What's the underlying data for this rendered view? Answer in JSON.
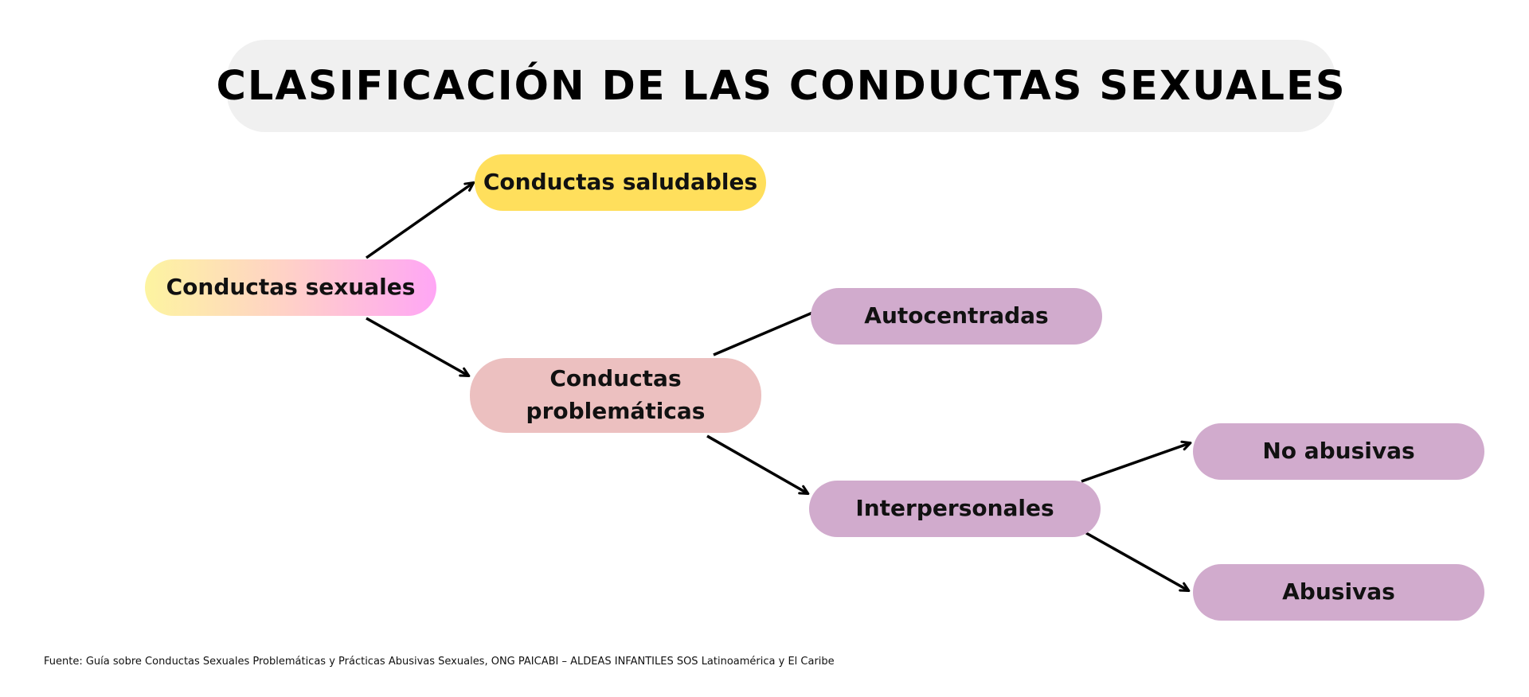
{
  "title": "CLASIFICACIÓN DE LAS CONDUCTAS SEXUALES",
  "nodes": {
    "root": "Conductas sexuales",
    "healthy": "Conductas saludables",
    "problem_line1": "Conductas",
    "problem_line2": "problemáticas",
    "auto": "Autocentradas",
    "inter": "Interpersonales",
    "no_abusive": "No abusivas",
    "abusive": "Abusivas"
  },
  "colors": {
    "title_bg": "#f0f0f0",
    "healthy": "#ffdf5c",
    "problem": "#ecc0c0",
    "subtype": "#d1abcd",
    "root_gradient": [
      "#fdf4a0",
      "#ffd0c8",
      "#ffa6f5"
    ],
    "arrow": "#000000"
  },
  "source": "Fuente: Guía sobre Conductas Sexuales Problemáticas y Prácticas Abusivas Sexuales, ONG PAICABI – ALDEAS INFANTILES SOS Latinoamérica y El Caribe"
}
